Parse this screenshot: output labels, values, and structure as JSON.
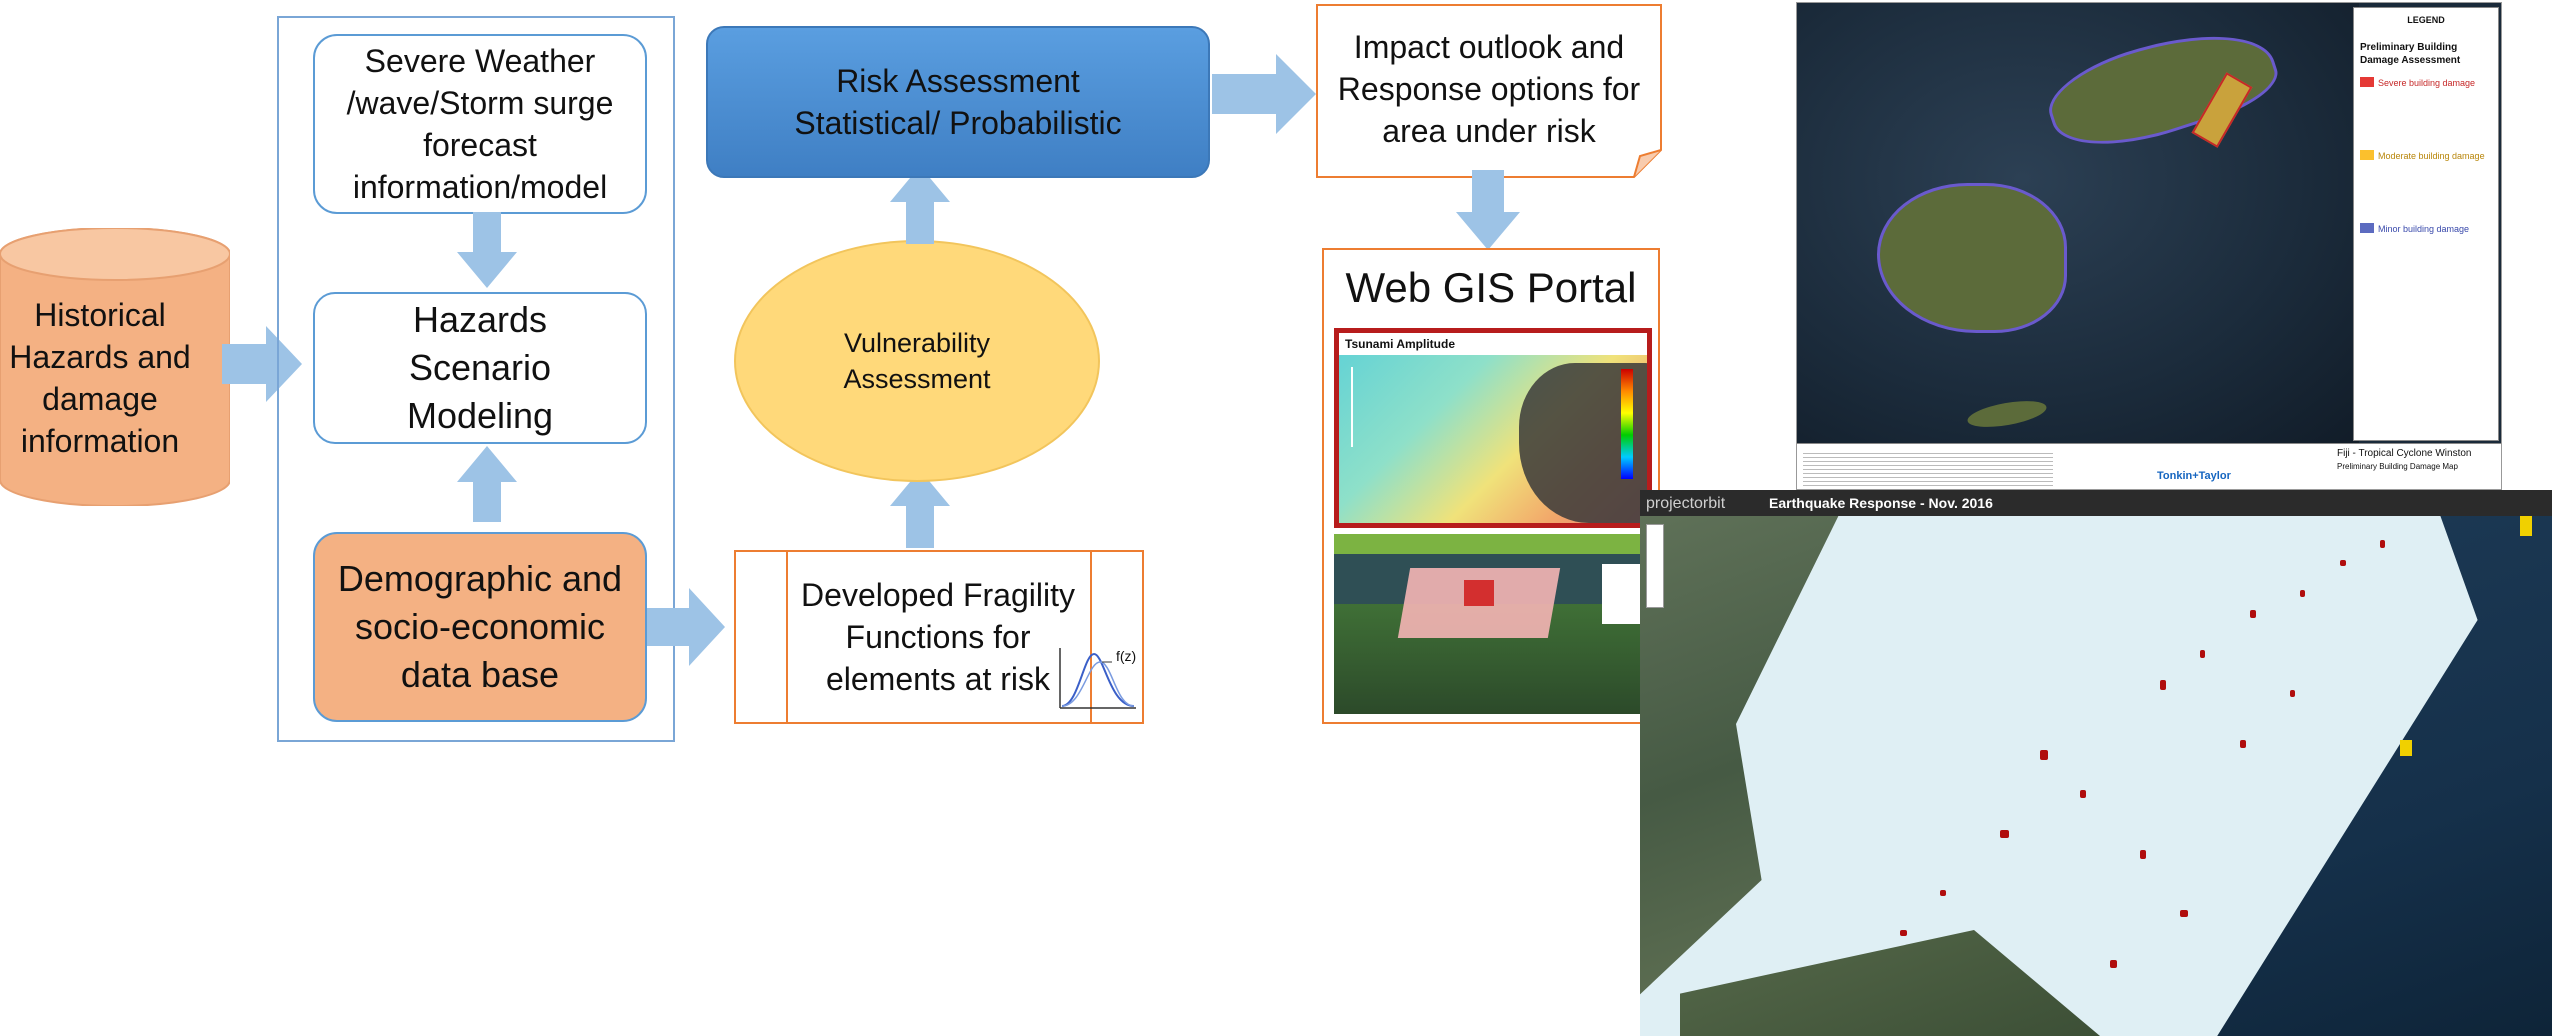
{
  "nodes": {
    "historical": "Historical Hazards and damage information",
    "severe_weather": "Severe Weather /wave/Storm surge forecast information/model",
    "hazards_scenario": "Hazards Scenario Modeling",
    "demographic": "Demographic and socio-economic data base",
    "vulnerability": "Vulnerability Assessment",
    "fragility": "Developed Fragility Functions for elements at risk",
    "fragility_formula": "f(z)",
    "risk_assessment": "Risk Assessment Statistical/ Probabilistic",
    "impact_outlook": "Impact outlook  and Response options for area under risk",
    "web_gis": "Web GIS Portal"
  },
  "screenshots": {
    "tsunami_title": "Tsunami Amplitude",
    "fiji_legend_title": "LEGEND",
    "fiji_legend_subtitle": "Preliminary Building Damage Assessment",
    "fiji_legend_items": [
      "Severe building damage",
      "Moderate building damage",
      "Minor building damage"
    ],
    "fiji_map_title": "Fiji - Tropical Cyclone Winston",
    "fiji_map_subtitle": "Preliminary Building Damage Map",
    "fiji_company": "Tonkin+Taylor",
    "orbit_brand": "projectorbit",
    "orbit_title": "Earthquake Response - Nov. 2016"
  },
  "colors": {
    "arrow_fill": "#9dc3e6",
    "box_border_blue": "#5b9bd5",
    "box_border_orange": "#ed7d31",
    "orange_fill": "#f4b183",
    "vulnerability_fill": "#ffd97a",
    "risk_fill": "#4a8bd0"
  }
}
